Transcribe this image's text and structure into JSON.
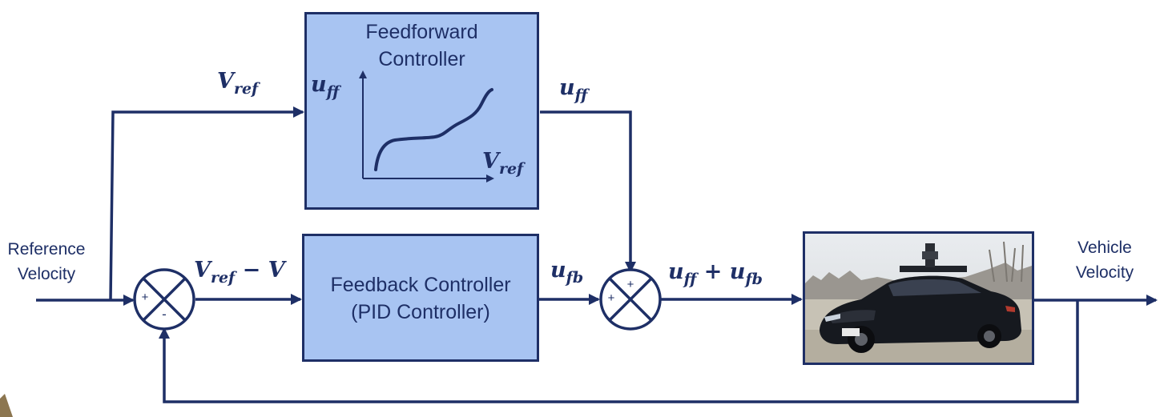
{
  "labels": {
    "reference_velocity": [
      "Reference",
      "Velocity"
    ],
    "vehicle_velocity": [
      "Vehicle",
      "Velocity"
    ],
    "feedforward_title": [
      "Feedforward",
      "Controller"
    ],
    "feedback_title": [
      "Feedback Controller",
      "(PID Controller)"
    ]
  },
  "symbols": {
    "vref_input": {
      "base": "V",
      "sub": "ref"
    },
    "uff_axis": {
      "base": "u",
      "sub": "ff"
    },
    "vref_axis": {
      "base": "V",
      "sub": "ref"
    },
    "uff_output": {
      "base": "u",
      "sub": "ff"
    },
    "error": {
      "base": "V",
      "sub": "ref",
      "tail": " − V"
    },
    "ufb_output": {
      "base": "u",
      "sub": "fb"
    },
    "sum_output": {
      "a_base": "u",
      "a_sub": "ff",
      "plus": " + ",
      "b_base": "u",
      "b_sub": "fb"
    }
  },
  "signs": {
    "junction1": {
      "left": "+",
      "bottom": "-"
    },
    "junction2": {
      "top": "+",
      "left": "+"
    }
  },
  "colors": {
    "line": "#1e2f66",
    "block_fill": "#a8c4f2",
    "background": "#ffffff"
  },
  "images": {
    "vehicle": "photo of an autonomous research car with roof sensors"
  }
}
